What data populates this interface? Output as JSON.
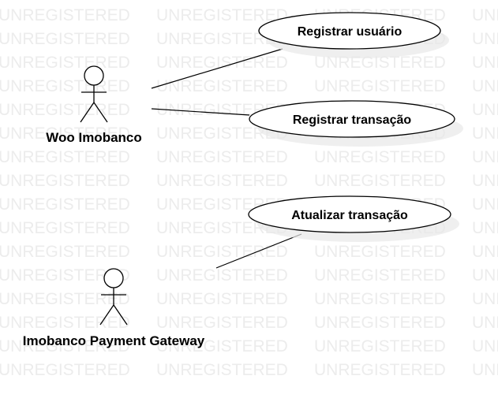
{
  "watermark": {
    "text": "UNREGISTERED"
  },
  "actors": [
    {
      "id": "woo",
      "name": "Woo Imobanco"
    },
    {
      "id": "gateway",
      "name": "Imobanco Payment Gateway"
    }
  ],
  "use_cases": [
    {
      "id": "registrar-usuario",
      "label": "Registrar usuário"
    },
    {
      "id": "registrar-transacao",
      "label": "Registrar transação"
    },
    {
      "id": "atualizar-transacao",
      "label": "Atualizar transação"
    }
  ],
  "associations": [
    {
      "actor": "woo",
      "use_case": "registrar-usuario"
    },
    {
      "actor": "woo",
      "use_case": "registrar-transacao"
    },
    {
      "actor": "gateway",
      "use_case": "atualizar-transacao"
    }
  ]
}
